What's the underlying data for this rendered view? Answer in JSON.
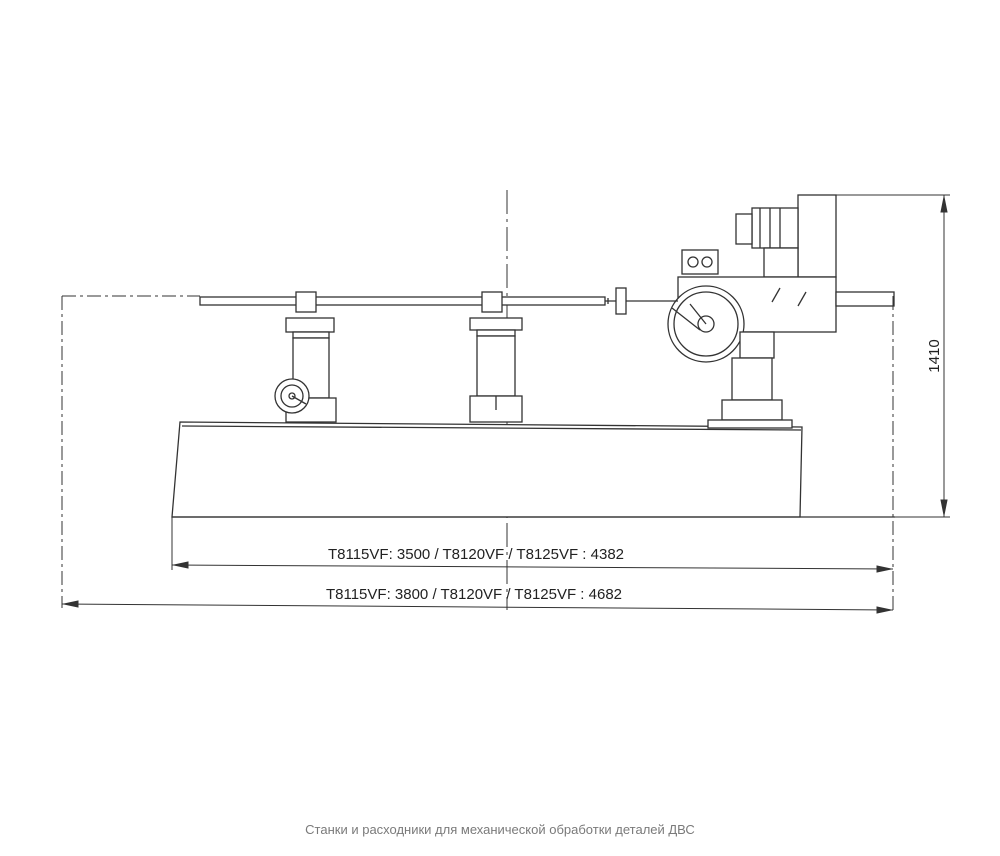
{
  "dimensions": {
    "height_label": "1410",
    "length_row_1": "T8115VF: 3500 / T8120VF / T8125VF : 4382",
    "length_row_2": "T8115VF: 3800 / T8120VF / T8125VF : 4682"
  },
  "footer": {
    "caption": "Станки и расходники для механической обработки деталей ДВС"
  },
  "colors": {
    "line": "#333333",
    "text": "#222222",
    "footer_text": "#7a7a7a"
  }
}
